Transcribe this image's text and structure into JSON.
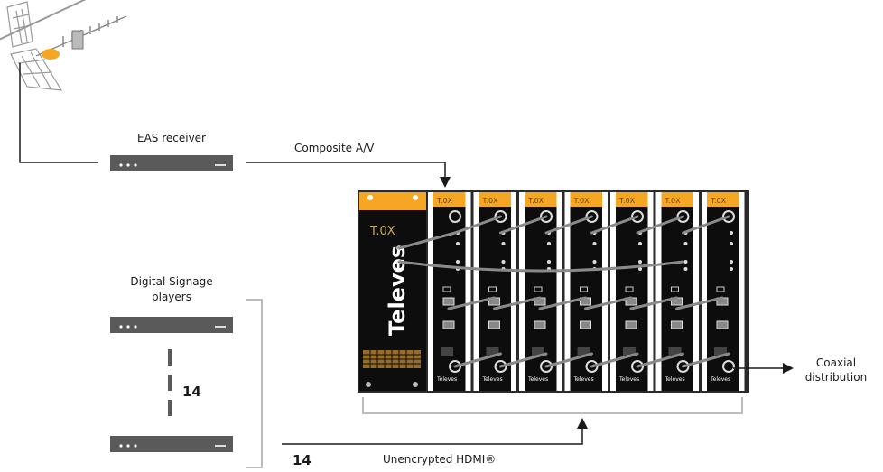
{
  "labels": {
    "eas_receiver": "EAS receiver",
    "composite": "Composite A/V",
    "signage_line1": "Digital Signage",
    "signage_line2": "players",
    "count_players": "14",
    "count_hdmi": "14",
    "hdmi": "Unencrypted HDMI®",
    "coax_line1": "Coaxial",
    "coax_line2": "distribution",
    "brand": "Televes",
    "module_brand": "T.0X",
    "card_brand": "Televes"
  },
  "colors": {
    "accent": "#f5a623",
    "chassis": "#111111",
    "device": "#555555",
    "wire": "#1a1a1a",
    "bracket": "#bdbdbd"
  },
  "modules": {
    "count": 7
  },
  "icons": [
    "antenna-icon",
    "arrow-down-icon",
    "arrow-up-icon",
    "arrow-right-icon"
  ]
}
